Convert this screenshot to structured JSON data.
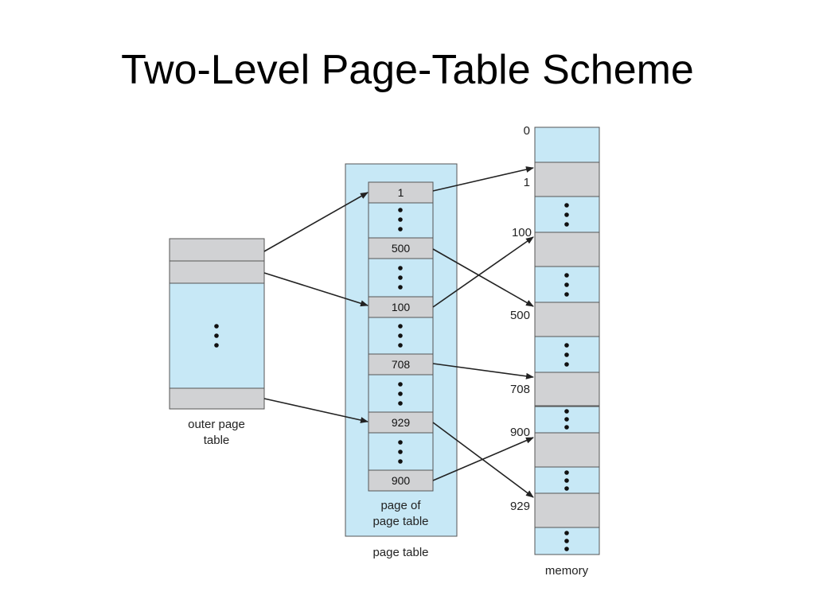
{
  "title": "Two-Level Page-Table Scheme",
  "colors": {
    "table_fill": "#c7e8f6",
    "entry_fill": "#d1d2d4",
    "stroke": "#555555",
    "arrow": "#222222"
  },
  "outer_table": {
    "label_line1": "outer page",
    "label_line2": "table"
  },
  "page_table": {
    "label": "page table",
    "inner_label_line1": "page of",
    "inner_label_line2": "page table",
    "entries": [
      "1",
      "500",
      "100",
      "708",
      "929",
      "900"
    ]
  },
  "memory": {
    "label": "memory",
    "frame_labels": [
      "0",
      "1",
      "100",
      "500",
      "708",
      "900",
      "929"
    ]
  }
}
